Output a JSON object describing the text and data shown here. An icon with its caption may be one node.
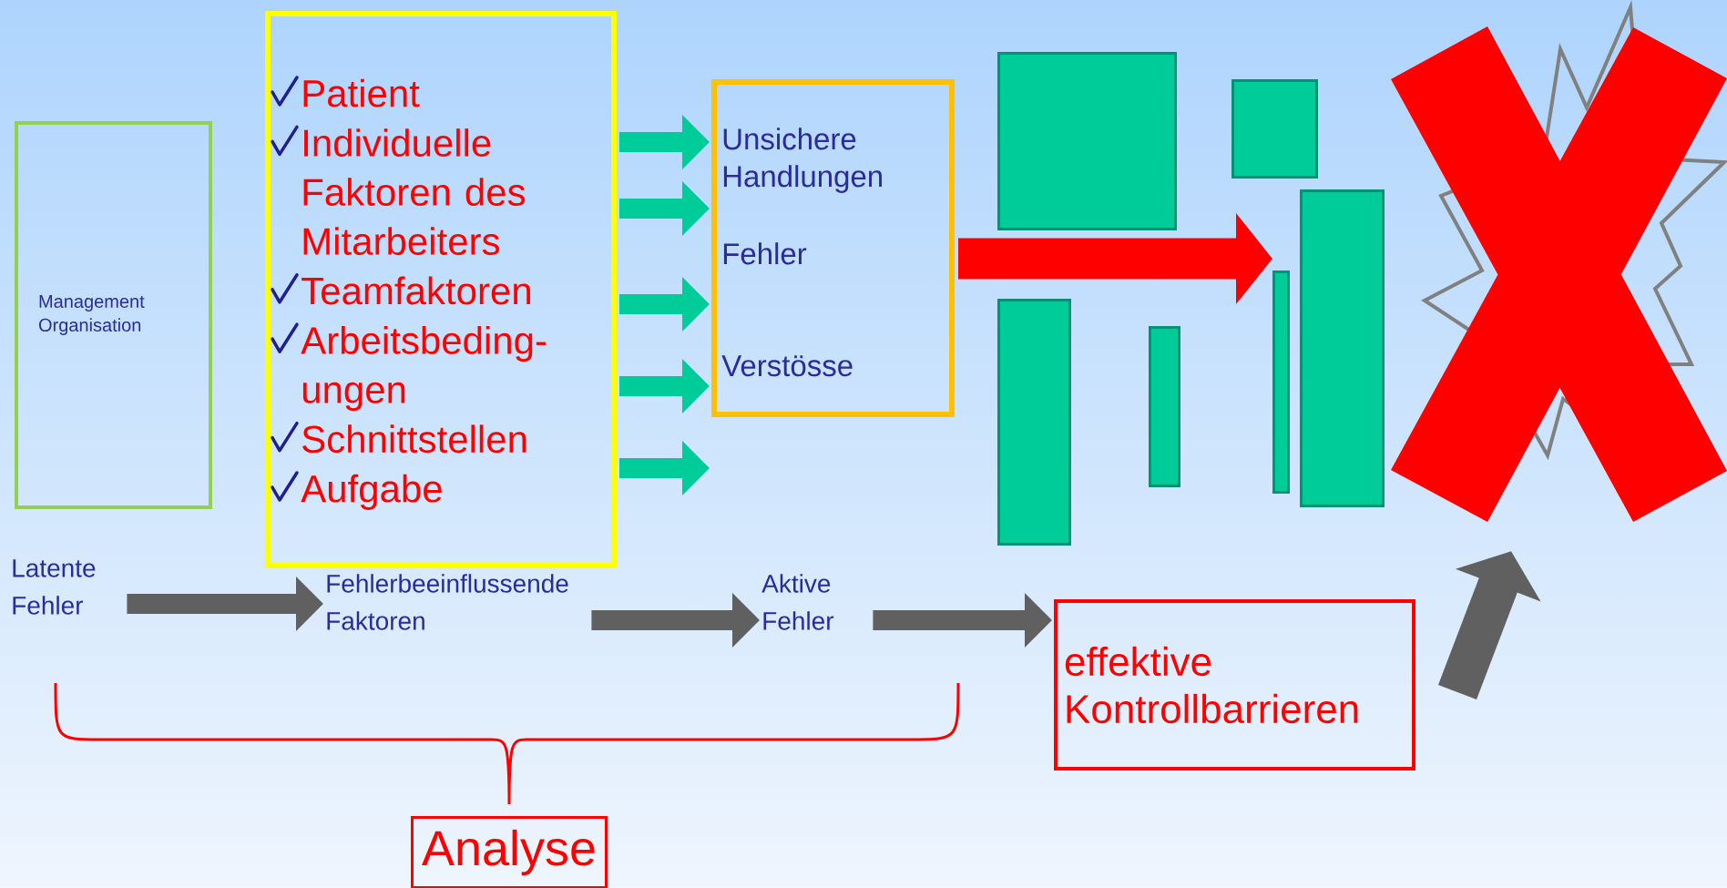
{
  "diagram": {
    "nodes": [
      {
        "text": [
          "Management Organisation"
        ]
      },
      {
        "text": [
          "Patient",
          "Individuelle Faktoren des Mitarbeiters",
          "Teamfaktoren",
          "Arbeitsbeding- ungen",
          "Schnittstellen",
          "Aufgabe"
        ]
      },
      {
        "text": [
          "Unsichere Handlungen",
          "Fehler",
          "Verstösse"
        ]
      },
      {
        "text": [],
        "shape": "bar"
      },
      {
        "text": [],
        "shape": "bar"
      },
      {
        "text": [],
        "shape": "bar"
      },
      {
        "text": [],
        "shape": "bar"
      },
      {
        "text": [],
        "shape": "bar"
      },
      {
        "text": [],
        "shape": "bar"
      },
      {
        "text": [],
        "shape": "starburst"
      },
      {
        "text": [
          "Latente Fehler"
        ]
      },
      {
        "text": [
          "Fehlerbeeinflussende Faktoren"
        ]
      },
      {
        "text": [
          "Aktive Fehler"
        ]
      },
      {
        "text": [
          "effektive Kontrollbarrieren"
        ]
      },
      {
        "text": [
          "Analyse"
        ]
      }
    ],
    "edges": [
      {
        "from": 1,
        "to": 2,
        "arrow": "to"
      },
      {
        "from": 1,
        "to": 2,
        "arrow": "to"
      },
      {
        "from": 1,
        "to": 2,
        "arrow": "to"
      },
      {
        "from": 1,
        "to": 2,
        "arrow": "to"
      },
      {
        "from": 1,
        "to": 2,
        "arrow": "to"
      },
      {
        "from": 2,
        "to": 7,
        "arrow": "to",
        "style": "thick",
        "color": "#ff0000"
      },
      {
        "from": 10,
        "to": 11,
        "arrow": "to",
        "color": "#606060"
      },
      {
        "from": 11,
        "to": 12,
        "arrow": "to",
        "color": "#606060"
      },
      {
        "from": 12,
        "to": 13,
        "arrow": "to",
        "color": "#606060"
      },
      {
        "from": 13,
        "to": 9,
        "arrow": "to",
        "style": "thick",
        "color": "#606060"
      }
    ]
  }
}
